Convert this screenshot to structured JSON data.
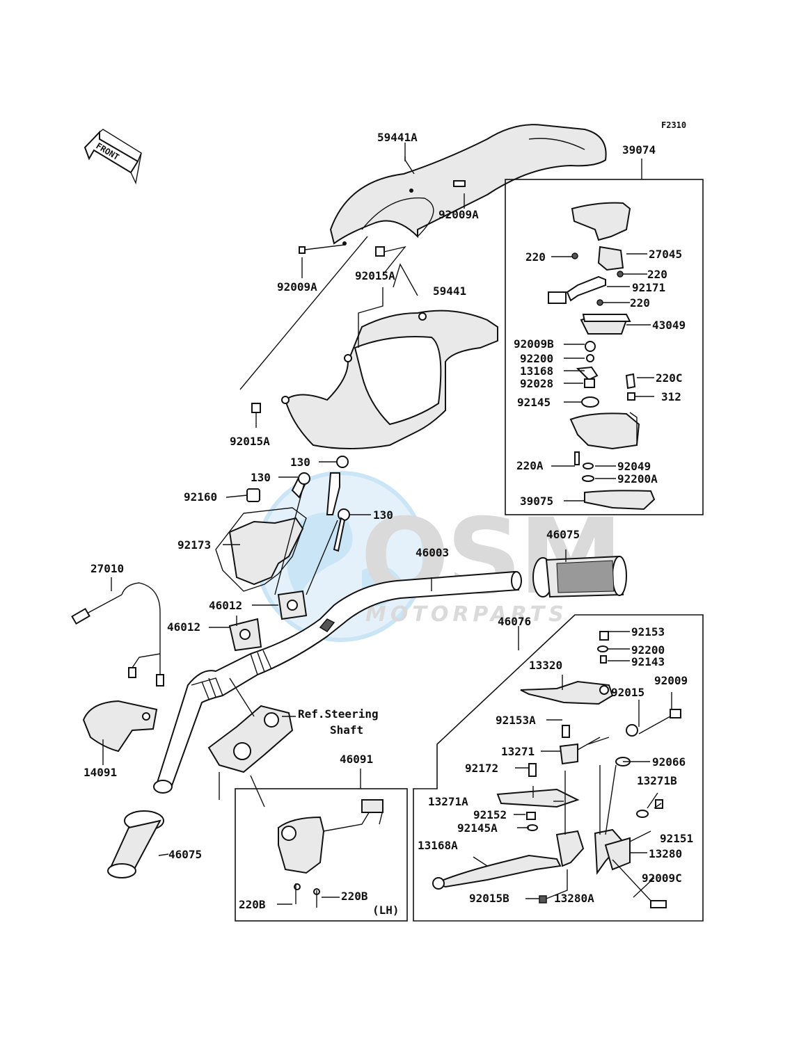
{
  "diagram_code": "F2310",
  "direction_label": "FRONT",
  "watermark": {
    "brand": "OSM",
    "sub": "MOTORPARTS",
    "color_blue": "#9fd0ee",
    "color_grey": "#bdbdbd"
  },
  "labels": {
    "l59441A": "59441A",
    "l92009A_1": "92009A",
    "l92009A_2": "92009A",
    "l92015A_1": "92015A",
    "l92015A_2": "92015A",
    "l59441": "59441",
    "l39074": "39074",
    "l27045": "27045",
    "l220_1": "220",
    "l220_2": "220",
    "l220_3": "220",
    "l92171": "92171",
    "l43049": "43049",
    "l92009B": "92009B",
    "l92200_1": "92200",
    "l13168": "13168",
    "l220C": "220C",
    "l92028": "92028",
    "l312": "312",
    "l92145": "92145",
    "l220A": "220A",
    "l92049": "92049",
    "l92200A": "92200A",
    "l39075": "39075",
    "l130_1": "130",
    "l130_2": "130",
    "l130_3": "130",
    "l92160": "92160",
    "l92173": "92173",
    "l46075_1": "46075",
    "l46003": "46003",
    "l27010": "27010",
    "l46012_1": "46012",
    "l46012_2": "46012",
    "l46076": "46076",
    "l92153": "92153",
    "l92200_2": "92200",
    "l92143": "92143",
    "l13320": "13320",
    "l92009": "92009",
    "l92015": "92015",
    "l92153A": "92153A",
    "l13271": "13271",
    "l92066": "92066",
    "l92172": "92172",
    "l13271B": "13271B",
    "l13271A": "13271A",
    "l92152": "92152",
    "l92145A": "92145A",
    "l92151": "92151",
    "l13168A": "13168A",
    "l13280": "13280",
    "l92009C": "92009C",
    "l92015B": "92015B",
    "l13280A": "13280A",
    "l14091": "14091",
    "l46091": "46091",
    "l46075_2": "46075",
    "l220B_1": "220B",
    "l220B_2": "220B",
    "lLH": "(LH)",
    "ref_line1": "Ref.Steering",
    "ref_line2": "Shaft"
  }
}
